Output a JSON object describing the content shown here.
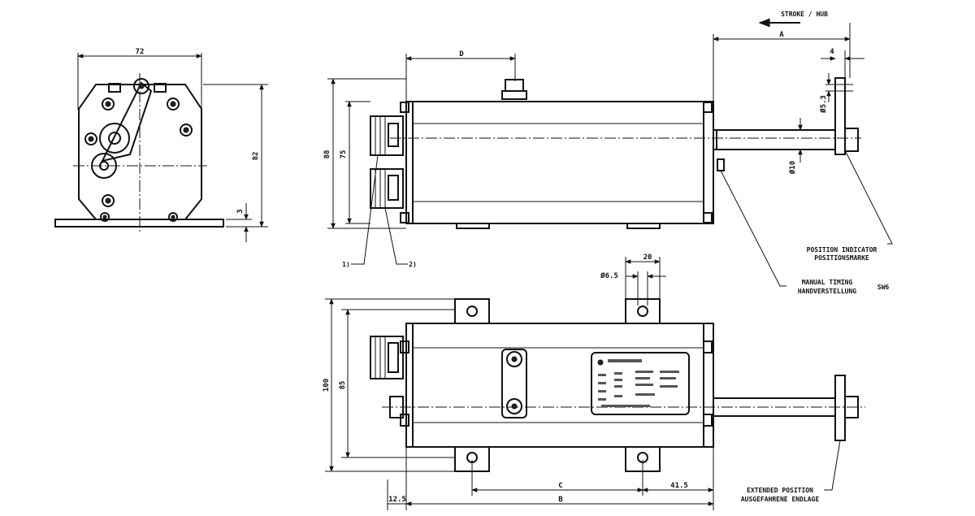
{
  "dimensions": {
    "side_width": "72",
    "side_height": "82",
    "plate_thickness": "3",
    "front_height_outer": "88",
    "front_height_inner": "75",
    "dim_d": "D",
    "dim_a": "A",
    "rod_stop": "4",
    "rod_hole": "Ø5.3",
    "rod_diameter": "Ø10",
    "top_height_outer": "100",
    "top_height_inner": "85",
    "mount_spacing": "20",
    "mount_hole": "Ø6.5",
    "dim_c": "C",
    "dim_41_5": "41.5",
    "dim_b": "B",
    "dim_12_5": "12.5"
  },
  "labels": {
    "stroke": "STROKE / HUB",
    "connector_1": "1)",
    "connector_2": "2)",
    "position_indicator": "POSITION INDICATOR",
    "positionsmarke": "POSITIONSMARKE",
    "manual_timing": "MANUAL TIMING",
    "handverstellung": "HANDVERSTELLUNG",
    "wrench_size": "SW6",
    "extended_position": "EXTENDED POSITION",
    "ausgefahrene_endlage": "AUSGEFAHRENE ENDLAGE"
  }
}
